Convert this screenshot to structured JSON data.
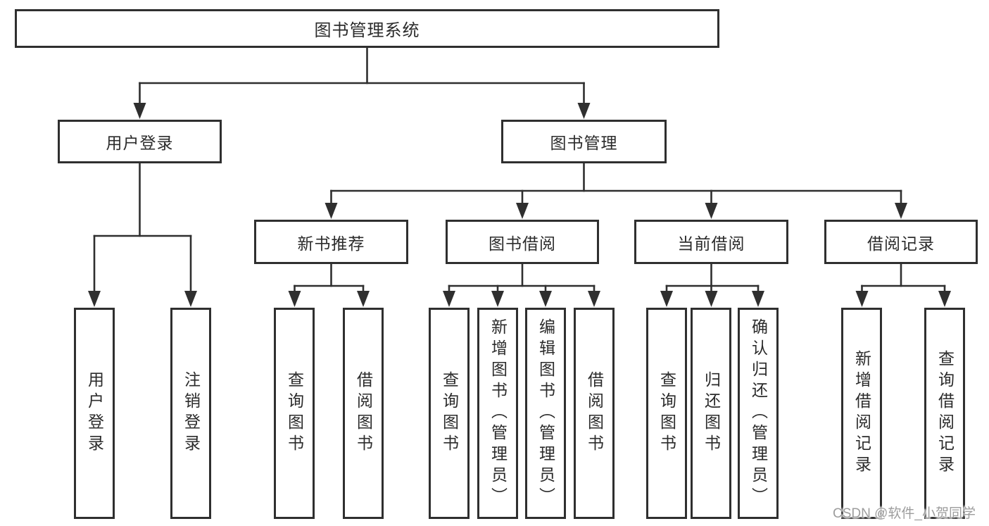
{
  "watermark": "CSDN @软件_小贺同学",
  "colors": {
    "line": "#2f2f2f",
    "box_border": "#2f2f2f",
    "text": "#2b2b2b",
    "watermark_text": "#9d9d9d",
    "background": "#ffffff"
  },
  "tree": {
    "root": "图书管理系统",
    "branches": [
      {
        "label": "用户登录",
        "children": [
          "用户登录",
          "注销登录"
        ]
      },
      {
        "label": "图书管理",
        "sections": [
          {
            "label": "新书推荐",
            "children": [
              "查询图书",
              "借阅图书"
            ]
          },
          {
            "label": "图书借阅",
            "children": [
              "查询图书",
              "新增图书（管理员）",
              "编辑图书（管理员）",
              "借阅图书"
            ]
          },
          {
            "label": "当前借阅",
            "children": [
              "查询图书",
              "归还图书",
              "确认归还（管理员）"
            ]
          },
          {
            "label": "借阅记录",
            "children": [
              "新增借阅记录",
              "查询借阅记录"
            ]
          }
        ]
      }
    ]
  }
}
